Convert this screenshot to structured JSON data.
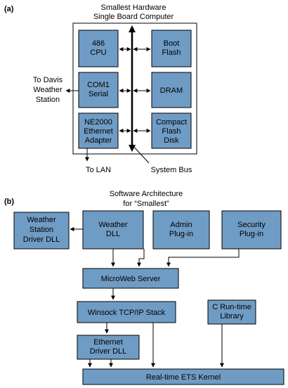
{
  "colors": {
    "box_fill": "#6f9cc4",
    "stroke": "#000000",
    "background": "#ffffff"
  },
  "part_a": {
    "panel_label": "(a)",
    "title_line1": "Smallest Hardware",
    "title_line2": "Single Board Computer",
    "cpu": [
      "486",
      "CPU"
    ],
    "serial": [
      "COM1",
      "Serial"
    ],
    "ethernet": [
      "NE2000",
      "Ethernet",
      "Adapter"
    ],
    "boot_flash": [
      "Boot",
      "Flash"
    ],
    "dram": [
      "DRAM"
    ],
    "compact_flash": [
      "Compact",
      "Flash",
      "Disk"
    ],
    "davis_label": [
      "To Davis",
      "Weather",
      "Station"
    ],
    "lan_label": "To LAN",
    "bus_label": "System Bus"
  },
  "part_b": {
    "panel_label": "(b)",
    "title_line1": "Software Architecture",
    "title_line2": "for “Smallest”",
    "ws_driver": [
      "Weather",
      "Station",
      "Driver DLL"
    ],
    "weather_dll": [
      "Weather",
      "DLL"
    ],
    "admin": [
      "Admin",
      "Plug-in"
    ],
    "security": [
      "Security",
      "Plug-in"
    ],
    "microweb": [
      "MicroWeb Server"
    ],
    "winsock": [
      "Winsock  TCP/IP Stack"
    ],
    "crt": [
      "C Run-time",
      "Library"
    ],
    "eth_driver": [
      "Ethernet",
      "Driver DLL"
    ],
    "kernel": [
      "Real-time ETS Kernel"
    ]
  }
}
